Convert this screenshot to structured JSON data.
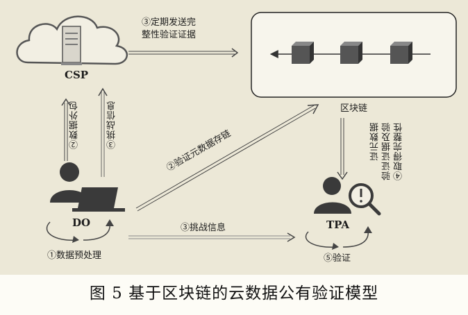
{
  "nodes": {
    "csp": "CSP",
    "do": "DO",
    "tpa": "TPA",
    "blockchain": "区块链"
  },
  "steps": {
    "s1": "①数据预处理",
    "s2_outsource": "②数据外包",
    "s2_store": "②验证元数据存链",
    "s3_send_line1": "③定期发送完",
    "s3_send_line2": "整性验证证据",
    "s3_challenge_vertical": "③挑战信息",
    "s3_challenge_horizontal": "③挑战信息",
    "s4_line1": "④取得完整性",
    "s4_line2": "验证证据及验",
    "s4_line3": "证元数据",
    "s5": "⑤验证"
  },
  "caption": "图 5 基于区块链的云数据公有验证模型",
  "colors": {
    "background": "#ece8d7",
    "line": "#333333",
    "block": "#555555"
  }
}
